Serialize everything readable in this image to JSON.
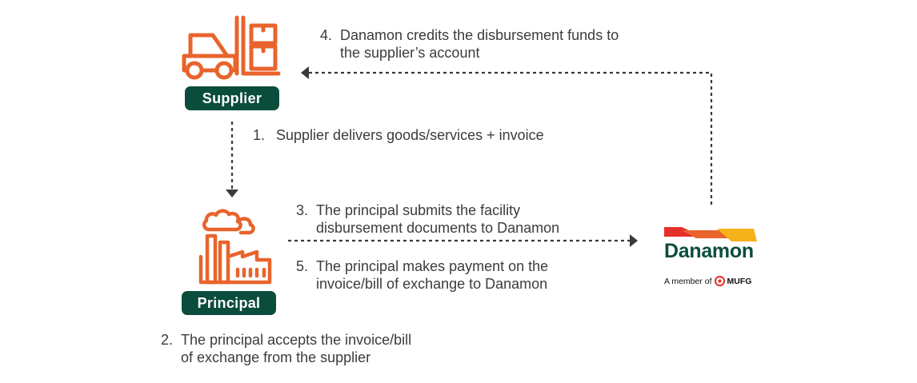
{
  "nodes": {
    "supplier": {
      "label": "Supplier"
    },
    "principal": {
      "label": "Principal"
    },
    "bank": {
      "name": "Danamon",
      "tagline_prefix": "A member of",
      "tagline_brand": "MUFG"
    }
  },
  "steps": [
    {
      "number": "1.",
      "lines": [
        "Supplier delivers goods/services + invoice"
      ]
    },
    {
      "number": "2.",
      "lines": [
        "The principal accepts the invoice/bill",
        "of exchange from the supplier"
      ]
    },
    {
      "number": "3.",
      "lines": [
        "The principal submits the facility",
        "disbursement documents to Danamon"
      ]
    },
    {
      "number": "4.",
      "lines": [
        "Danamon credits the disbursement funds to",
        "the supplier’s account"
      ]
    },
    {
      "number": "5.",
      "lines": [
        "The principal makes payment on the",
        "invoice/bill of exchange to Danamon"
      ]
    }
  ],
  "colors": {
    "accent_orange": "#e8642c",
    "badge_green": "#0b4d3c",
    "arrow_gray": "#3a3a3a",
    "logo_red": "#e5302b",
    "logo_yellow": "#f6b21a"
  },
  "icons": {
    "supplier": "forklift-icon",
    "principal": "factory-icon"
  }
}
